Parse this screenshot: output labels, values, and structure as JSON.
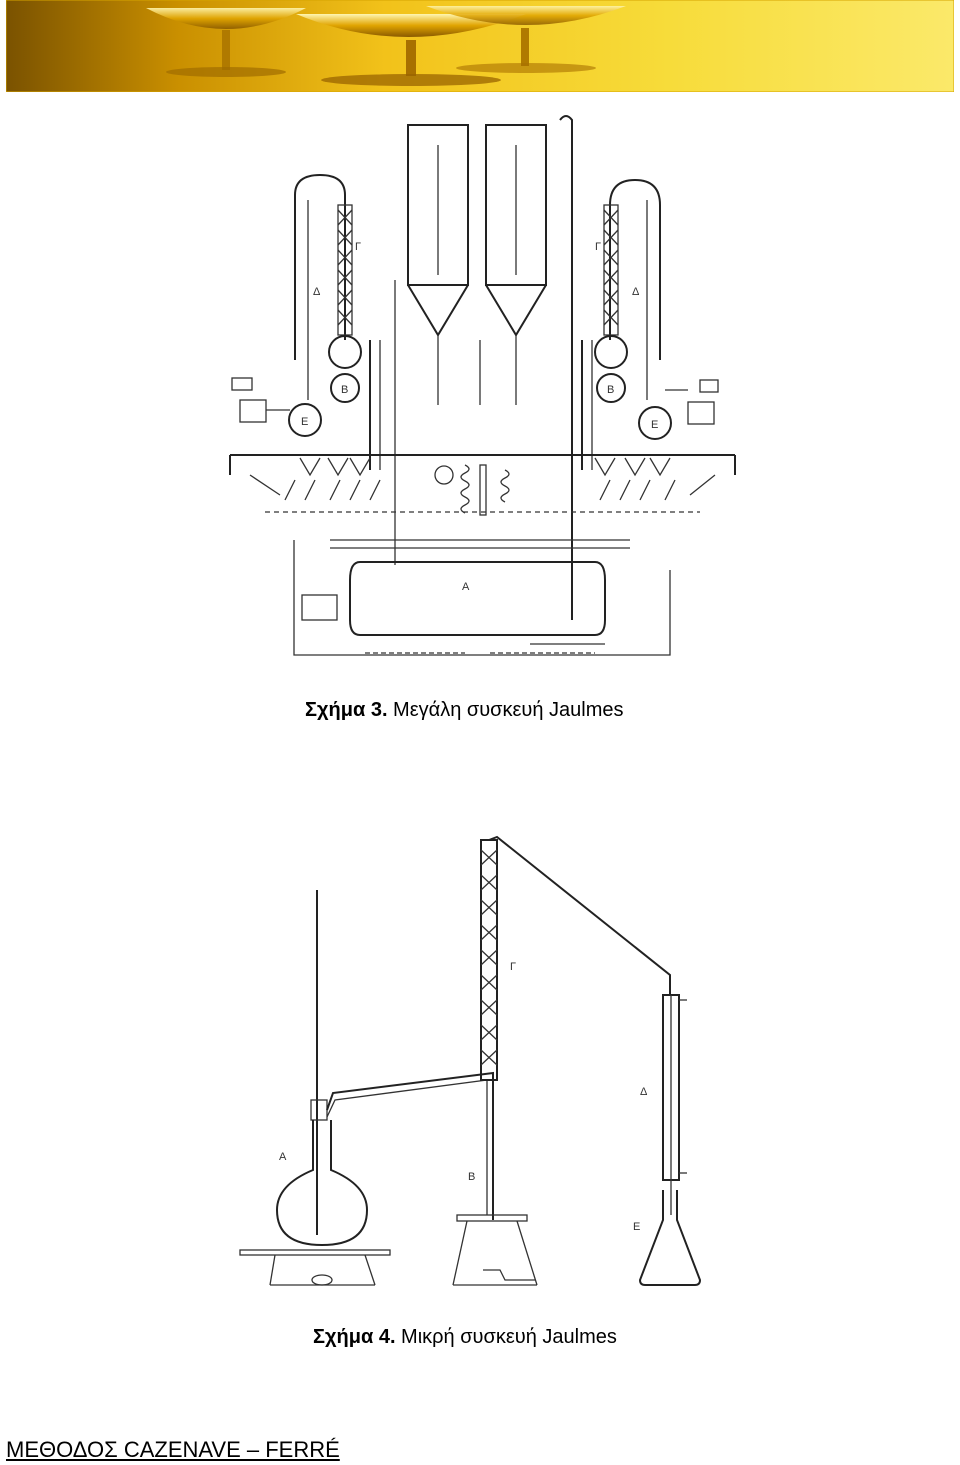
{
  "banner": {
    "icon": "wine-glasses-banner"
  },
  "figure3": {
    "caption_bold": "Σχήμα 3.",
    "caption_text": " Μεγάλη συσκευή Jaulmes",
    "labels": {
      "a": "A",
      "b_left": "B",
      "b_right": "B",
      "g_left": "Γ",
      "g_right": "Γ",
      "d_left": "Δ",
      "d_right": "Δ",
      "e_left": "E",
      "e_right": "E"
    }
  },
  "figure4": {
    "caption_bold": "Σχήμα 4.",
    "caption_text": " Μικρή συσκευή Jaulmes",
    "labels": {
      "a": "A",
      "b": "B",
      "g": "Γ",
      "d": "Δ",
      "e": "E"
    }
  },
  "footer": {
    "text": "ΜΕΘΟΔΟΣ CAZENAVE – FERRÉ"
  },
  "colors": {
    "banner_gold": "#e8b400",
    "banner_dark": "#7a5200",
    "line": "#222222"
  }
}
